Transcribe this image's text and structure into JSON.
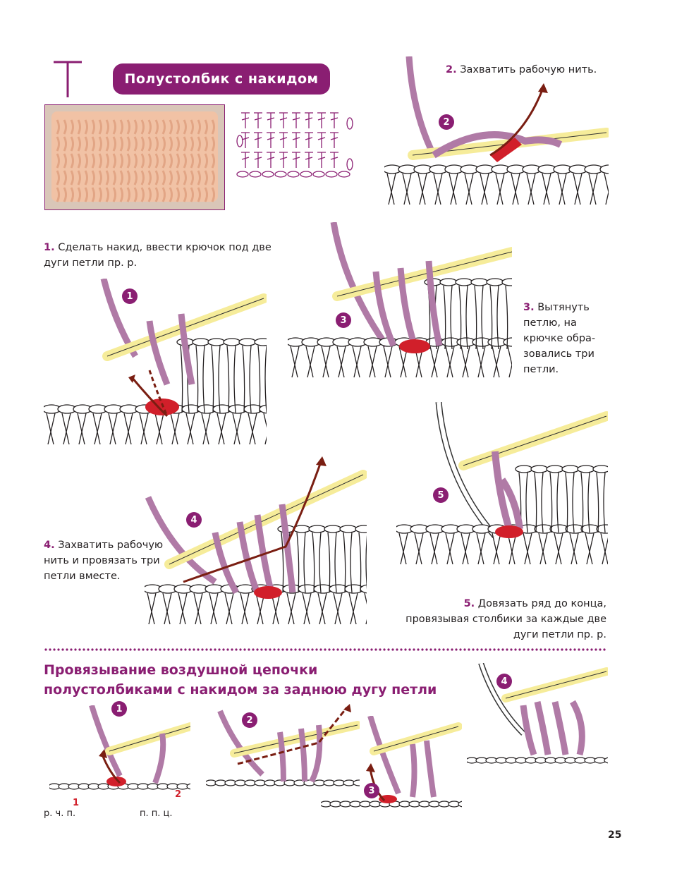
{
  "header": {
    "letter": "Т",
    "title": "Полустолбик с накидом"
  },
  "colors": {
    "accent": "#8a1e72",
    "yarn": "#b07aa6",
    "hook": "#f6ec9a",
    "marker": "#d11f2a",
    "arrow": "#7a1e12"
  },
  "steps": [
    {
      "num": "1.",
      "text": "Сделать накид, ввести крючок под две дуги петли пр. р.",
      "line1": "Сделать накид, ввести крючок под две",
      "line2": "дуги петли пр. р.",
      "badge": "1"
    },
    {
      "num": "2.",
      "text": "Захватить рабочую нить.",
      "badge": "2"
    },
    {
      "num": "3.",
      "line1": "Вытянуть",
      "line2": "петлю, на",
      "line3": "крючке обра-",
      "line4": "зовались три",
      "line5": "петли.",
      "badge": "3"
    },
    {
      "num": "4.",
      "line1": "Захватить рабочую",
      "line2": "нить и провязать три",
      "line3": "петли вместе.",
      "badge": "4"
    },
    {
      "num": "5.",
      "line1": "Довязать ряд до конца,",
      "line2": "провязывая столбики за каждые две",
      "line3": "дуги петли пр. р.",
      "badge": "5"
    }
  ],
  "section2": {
    "title_line1": "Провязывание воздушной цепочки",
    "title_line2": "полустолбиками с накидом за заднюю дугу петли",
    "badges": [
      "1",
      "2",
      "3",
      "4"
    ],
    "labels": {
      "left": "р. ч. п.",
      "right": "п. п. ц.",
      "mark1": "1",
      "mark2": "2"
    }
  },
  "page_number": "25"
}
